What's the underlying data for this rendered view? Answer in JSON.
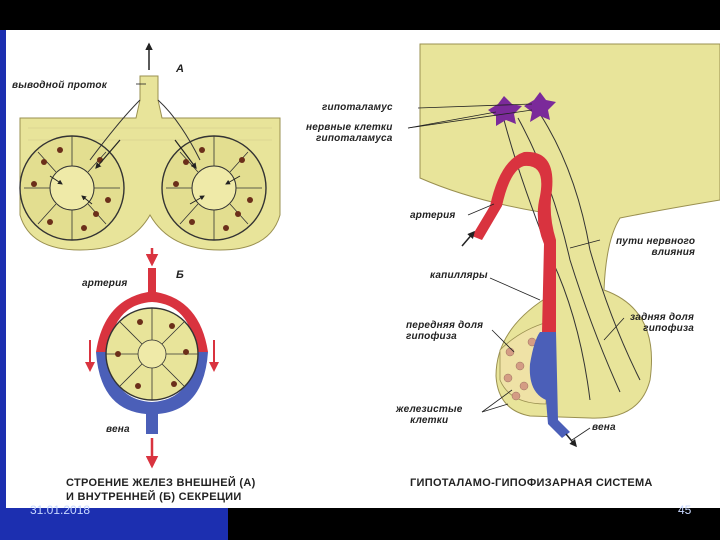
{
  "diagram_a": {
    "letter": "А",
    "duct_label": "выводной проток"
  },
  "diagram_b": {
    "letter": "Б",
    "artery_label": "артерия",
    "vein_label": "вена"
  },
  "left_caption": "СТРОЕНИЕ ЖЕЛЕЗ ВНЕШНЕЙ (А)\nИ ВНУТРЕННЕЙ (Б) СЕКРЕЦИИ",
  "right_diagram": {
    "labels": {
      "hypothalamus": "гипоталамус",
      "nerve_cells": "нервные клетки\nгипоталамуса",
      "artery": "артерия",
      "capillaries": "капилляры",
      "anterior_lobe": "передняя доля\nгипофиза",
      "glandular_cells": "железистые\nклетки",
      "nerve_paths": "пути нервного\nвлияния",
      "posterior_lobe": "задняя доля\nгипофиза",
      "vein": "вена"
    },
    "caption": "ГИПОТАЛАМО-ГИПОФИЗАРНАЯ СИСТЕМА"
  },
  "footer": {
    "date": "31.01.2018",
    "page": "45"
  },
  "colors": {
    "slide_white": "#ffffff",
    "tissue": "#e8e49a",
    "tissue_dark": "#c9c06a",
    "artery": "#d9333f",
    "vein": "#4b5fb8",
    "neuron": "#7b2a9a",
    "left_bar": "#1c2fb0",
    "bottom_bar": "#000000"
  }
}
